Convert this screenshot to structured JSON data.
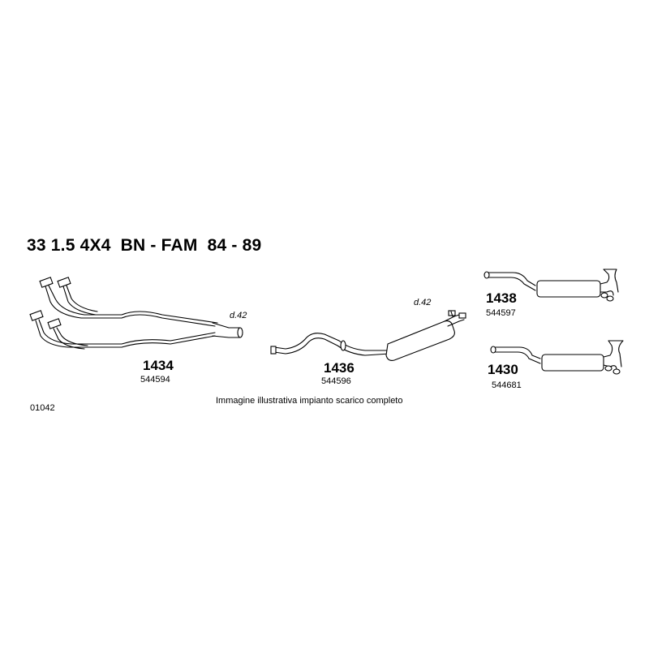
{
  "title": "33 1.5 4X4  BN - FAM  84 - 89",
  "parts": [
    {
      "code": "1434",
      "ref": "544594",
      "diameter": "d.42"
    },
    {
      "code": "1436",
      "ref": "544596",
      "diameter": "d.42"
    },
    {
      "code": "1438",
      "ref": "544597"
    },
    {
      "code": "1430",
      "ref": "544681"
    }
  ],
  "diagram_code": "01042",
  "caption": "Immagine illustrativa impianto scarico completo"
}
